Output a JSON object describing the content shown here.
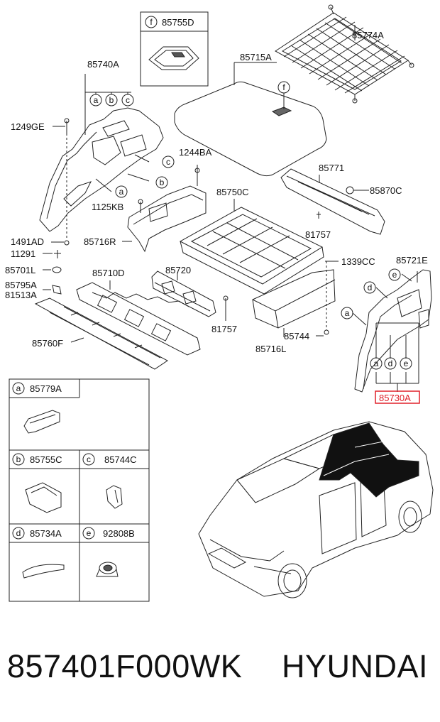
{
  "diagram": {
    "part_labels": {
      "p85755D": "85755D",
      "p85774A": "85774A",
      "p85740A": "85740A",
      "p85715A": "85715A",
      "p1249GE": "1249GE",
      "p1244BA": "1244BA",
      "p85771": "85771",
      "p85870C": "85870C",
      "p85750C": "85750C",
      "p1125KB": "1125KB",
      "p85716R": "85716R",
      "p81757a": "81757",
      "p1491AD": "1491AD",
      "p11291": "11291",
      "p1339CC": "1339CC",
      "p85721E": "85721E",
      "p85701L": "85701L",
      "p85710D": "85710D",
      "p85720": "85720",
      "p85795A": "85795A",
      "p81513A": "81513A",
      "p81757b": "81757",
      "p85744": "85744",
      "p85760F": "85760F",
      "p85716L": "85716L",
      "p85730A": "85730A"
    },
    "callout_letters": {
      "a": "a",
      "b": "b",
      "c": "c",
      "d": "d",
      "e": "e",
      "f": "f"
    },
    "highlight_color": "#e0202a",
    "legend": {
      "a": {
        "letter": "a",
        "part": "85779A"
      },
      "b": {
        "letter": "b",
        "part": "85755C"
      },
      "c": {
        "letter": "c",
        "part": "85744C"
      },
      "d": {
        "letter": "d",
        "part": "85734A"
      },
      "e": {
        "letter": "e",
        "part": "92808B"
      }
    },
    "inset_f": {
      "letter": "f",
      "part": "85755D"
    }
  },
  "footer": {
    "part_number": "857401F000WK",
    "brand": "HYUNDAI"
  }
}
